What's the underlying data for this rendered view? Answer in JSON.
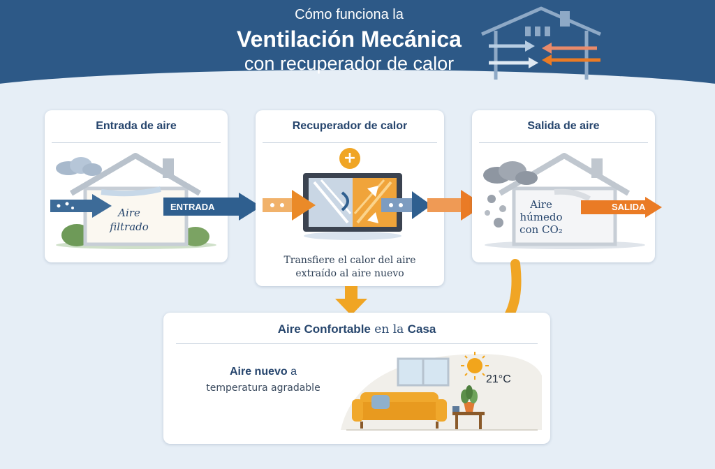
{
  "header": {
    "line1": "Cómo funciona la",
    "line2": "Ventilación Mecánica",
    "line3": "con recuperador de calor"
  },
  "cards": {
    "intake": {
      "title": "Entrada de aire",
      "house_label_1": "Aire",
      "house_label_2": "filtrado",
      "arrow_tag": "ENTRADA"
    },
    "recovery": {
      "title": "Recuperador de calor",
      "plus_symbol": "+",
      "description_line1": "Transfiere el calor del aire",
      "description_line2": "extraído al aire nuevo"
    },
    "exhaust": {
      "title": "Salida de aire",
      "house_label_1": "Aire",
      "house_label_2": "húmedo",
      "house_label_3": "con CO₂",
      "arrow_tag": "SALIDA"
    }
  },
  "comfort": {
    "title_part1": "Aire Confortable",
    "title_part2": " en la ",
    "title_part3": "Casa",
    "fresh_strong": "Aire nuevo",
    "fresh_a": " a",
    "fresh_rest": "temperatura agradable",
    "temperature": "21°C"
  },
  "colors": {
    "header_blue": "#2d5987",
    "arrow_blue": "#2f5f8f",
    "arrow_orange": "#ea7b25",
    "accent_yellow": "#f0a524",
    "text_navy": "#26456d"
  },
  "icons": [
    "house-icon",
    "heat-exchanger-icon",
    "sun-icon",
    "sofa-icon",
    "plant-icon",
    "cloud-icon",
    "window-icon"
  ]
}
